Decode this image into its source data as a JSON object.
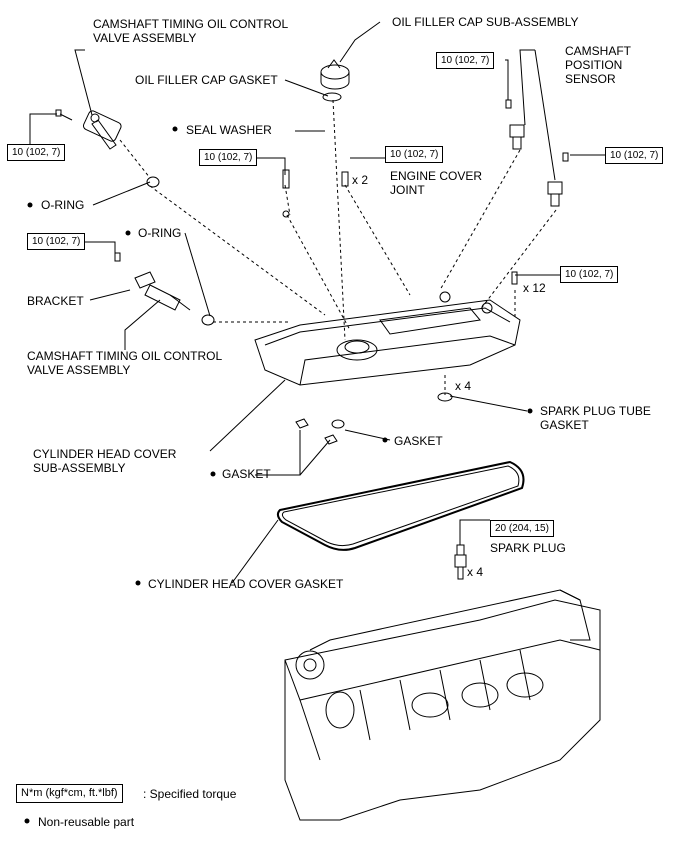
{
  "labels": {
    "ocv_top": "CAMSHAFT TIMING OIL CONTROL\nVALVE ASSEMBLY",
    "oil_filler_cap": "OIL FILLER CAP SUB-ASSEMBLY",
    "oil_filler_gasket": "OIL FILLER CAP GASKET",
    "cam_sensor": "CAMSHAFT\nPOSITION\nSENSOR",
    "seal_washer": "SEAL WASHER",
    "o_ring_1": "O-RING",
    "o_ring_2": "O-RING",
    "engine_cover_joint": "ENGINE COVER\nJOINT",
    "bracket": "BRACKET",
    "ocv_bottom": "CAMSHAFT TIMING OIL CONTROL\nVALVE ASSEMBLY",
    "spark_plug_tube_gasket": "SPARK PLUG TUBE\nGASKET",
    "cylinder_head_cover": "CYLINDER HEAD COVER\nSUB-ASSEMBLY",
    "gasket_1": "GASKET",
    "gasket_2": "GASKET",
    "head_cover_gasket": "CYLINDER HEAD COVER GASKET",
    "spark_plug": "SPARK PLUG"
  },
  "torques": {
    "t1": "10 (102, 7)",
    "t2": "10 (102, 7)",
    "t3": "10 (102, 7)",
    "t4": "10 (102, 7)",
    "t5": "10 (102, 7)",
    "t6": "10 (102, 7)",
    "t7": "10 (102, 7)",
    "t8": "20 (204, 15)"
  },
  "quantities": {
    "joint": "x 2",
    "bolts": "x 12",
    "tube_gasket": "x 4",
    "spark_plug": "x 4"
  },
  "legend": {
    "torque_box": "N*m (kgf*cm, ft.*lbf)",
    "torque_desc": ": Specified torque",
    "nonreusable_desc": "Non-reusable part"
  }
}
